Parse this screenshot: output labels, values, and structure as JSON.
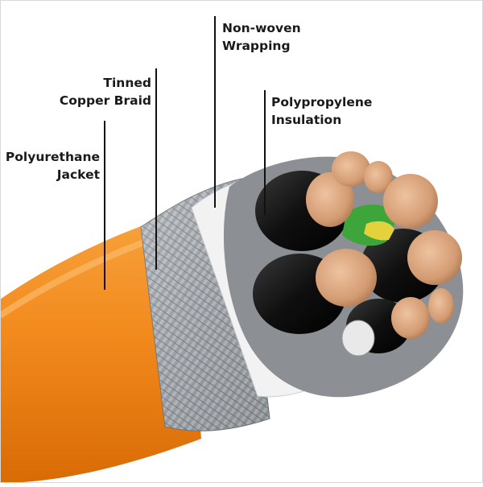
{
  "labels": {
    "jacket": [
      "Polyurethane",
      "Jacket"
    ],
    "braid": [
      "Tinned",
      "Copper Braid"
    ],
    "wrapping": [
      "Non-woven",
      "Wrapping"
    ],
    "insulation": [
      "Polypropylene",
      "Insulation"
    ]
  },
  "colors": {
    "jacket_orange": "#f28a1e",
    "braid_silver": "#9ea3a8",
    "wrap_white": "#f2f2f2",
    "filler_grey": "#8c8f93",
    "insulation_black": "#111111",
    "copper": "#d7a57f",
    "earth_green": "#3ea53a",
    "earth_yellow": "#e4d23c"
  }
}
